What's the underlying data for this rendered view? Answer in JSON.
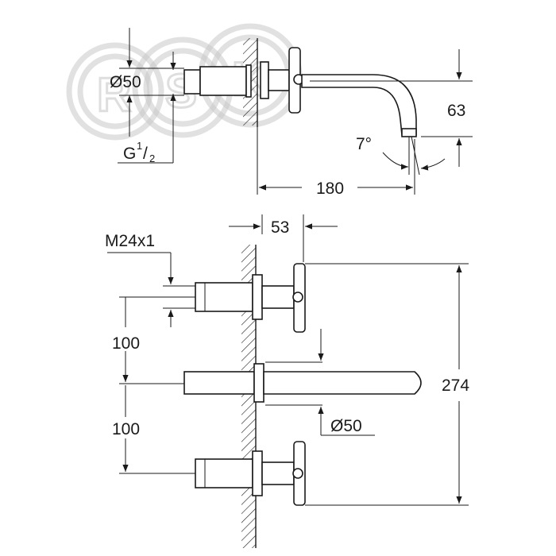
{
  "watermark": {
    "letters": [
      "R",
      "S",
      "K"
    ],
    "color": "#c9c9c9"
  },
  "top_view": {
    "dia_label": "Ø50",
    "thread_main": "G",
    "thread_sup": "1",
    "thread_sub": "2",
    "angle_label": "7°",
    "width_label": "180",
    "height_label": "63"
  },
  "front_view": {
    "depth_label": "53",
    "thread_label": "M24x1",
    "spacing_upper_label": "100",
    "spacing_lower_label": "100",
    "spout_dia_label": "Ø50",
    "total_height_label": "274"
  },
  "colors": {
    "line": "#1a1a1a",
    "hatch": "#1a1a1a",
    "background": "#ffffff"
  }
}
